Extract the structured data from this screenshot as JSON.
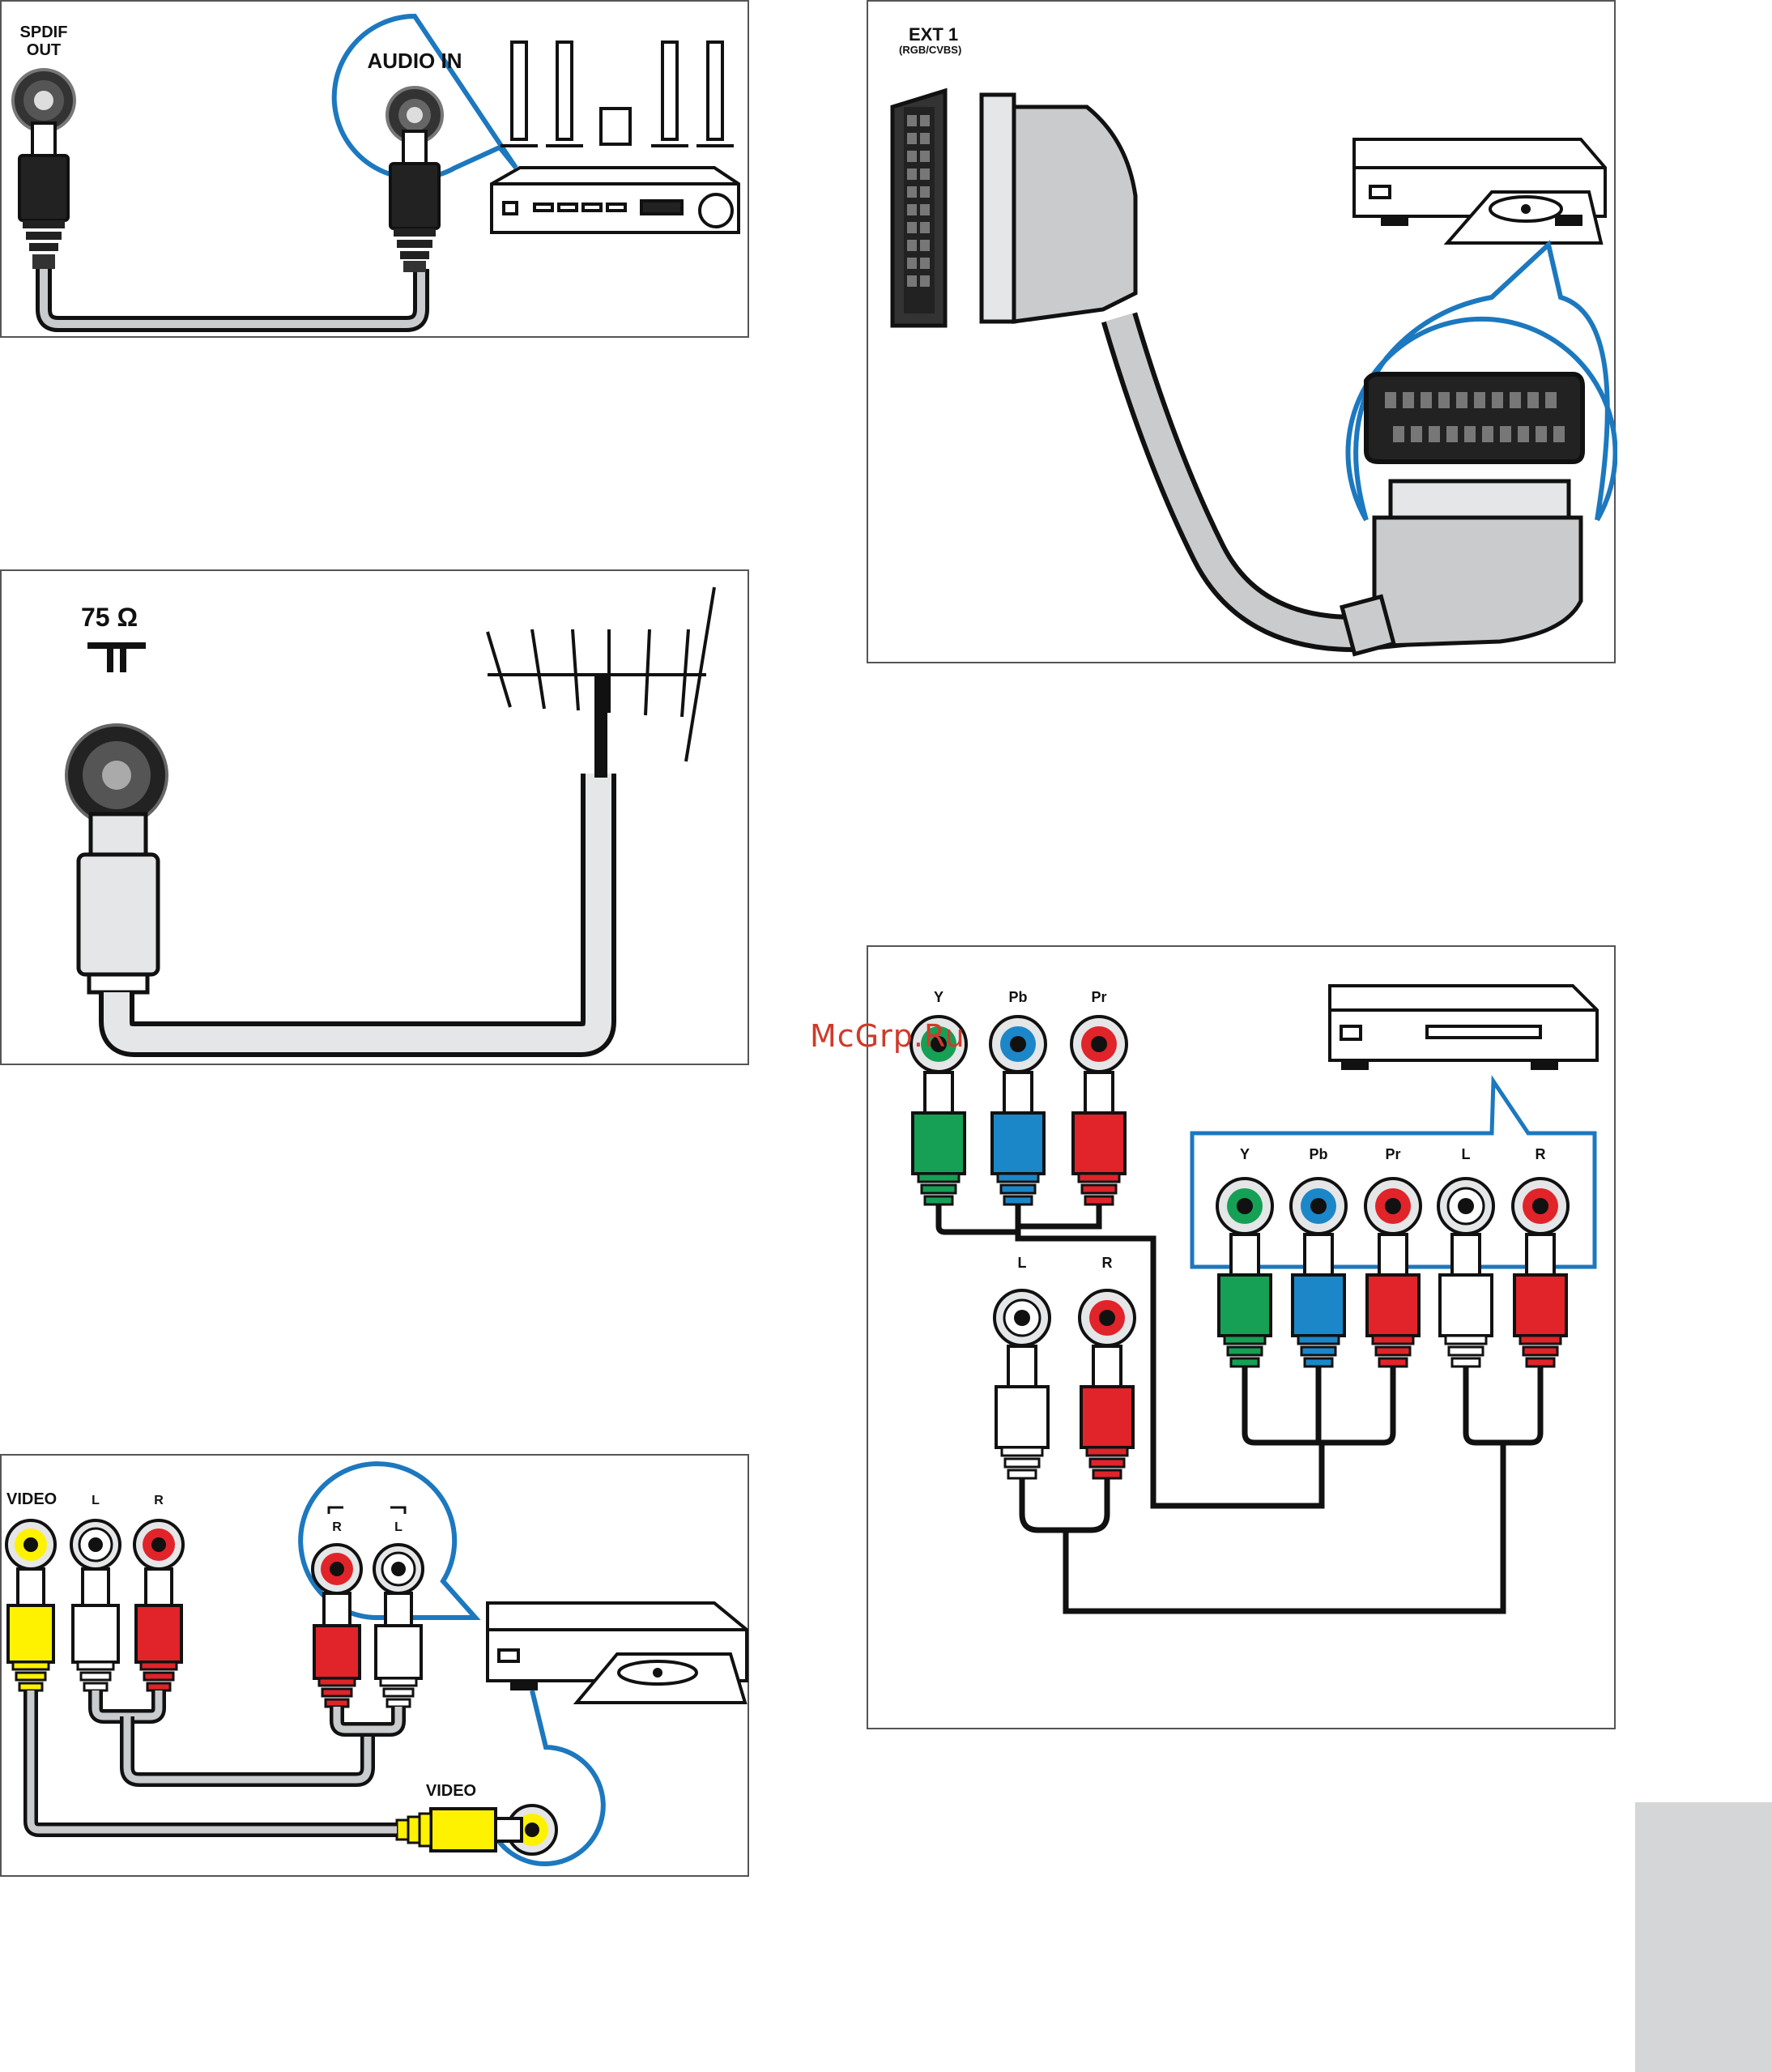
{
  "watermark": "McGrp.Ru",
  "colors": {
    "accent_blue": "#1c78bf",
    "cable_gray": "#c9cbcd",
    "green": "#15a055",
    "blue": "#1b87c9",
    "red": "#e0242a",
    "yellow": "#fff200",
    "white": "#ffffff"
  },
  "spdif_panel": {
    "tv_port_label": "SPDIF\nOUT",
    "device_port_label": "AUDIO IN"
  },
  "antenna_panel": {
    "impedance_label": "75 Ω"
  },
  "scart_panel": {
    "port_label": "EXT 1",
    "port_sublabel": "(RGB/CVBS)"
  },
  "av_panel": {
    "tv_labels": [
      "VIDEO",
      "L",
      "R"
    ],
    "device_audio_labels": [
      "R",
      "L"
    ],
    "device_video_label": "VIDEO"
  },
  "component_panel": {
    "tv_video_labels": [
      "Y",
      "Pb",
      "Pr"
    ],
    "tv_audio_labels": [
      "L",
      "R"
    ],
    "device_labels": [
      "Y",
      "Pb",
      "Pr",
      "L",
      "R"
    ]
  }
}
